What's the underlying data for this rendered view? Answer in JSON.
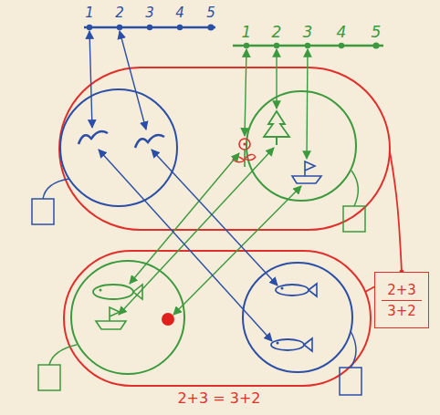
{
  "diagram": {
    "nodes": [
      {
        "text": [
          "2+3",
          "3+2"
        ]
      }
    ],
    "labels": [
      "1",
      "2",
      "3",
      "4",
      "5",
      "1",
      "2",
      "3",
      "4",
      "5",
      "2+3 = 3+2"
    ]
  }
}
